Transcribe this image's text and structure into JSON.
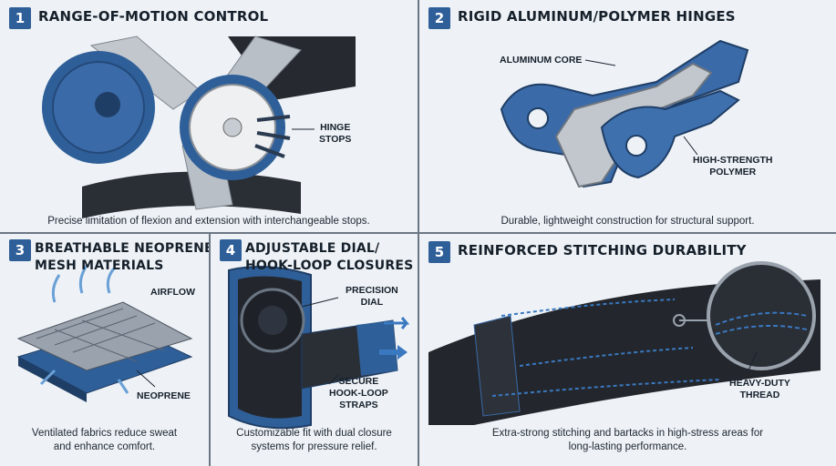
{
  "colors": {
    "accent": "#2f5f98",
    "brace_blue": "#3a6aa8",
    "dark_fabric": "#23272d",
    "aluminum": "#b9bfc6"
  },
  "panels": [
    {
      "number": "1",
      "title": "RANGE-OF-MOTION CONTROL",
      "caption": "Precise limitation of flexion and extension with interchangeable stops.",
      "callouts": [
        "HINGE\nSTOPS"
      ],
      "icons": [
        "knee-brace-hinge-icon",
        "dial-icon"
      ]
    },
    {
      "number": "2",
      "title": "RIGID ALUMINUM/POLYMER HINGES",
      "caption": "Durable, lightweight construction for structural support.",
      "callouts": [
        "ALUMINUM CORE",
        "HIGH-STRENGTH\nPOLYMER"
      ]
    },
    {
      "number": "3",
      "title": "BREATHABLE NEOPRENE/\nMESH MATERIALS",
      "caption": "Ventilated fabrics reduce sweat\nand enhance comfort.",
      "callouts": [
        "AIRFLOW",
        "NEOPRENE"
      ]
    },
    {
      "number": "4",
      "title": "ADJUSTABLE DIAL/\nHOOK-LOOP CLOSURES",
      "caption": "Customizable fit with dual closure\nsystems for pressure relief.",
      "callouts": [
        "PRECISION\nDIAL",
        "SECURE\nHOOK-LOOP\nSTRAPS"
      ]
    },
    {
      "number": "5",
      "title": "REINFORCED STITCHING DURABILITY",
      "caption": "Extra-strong stitching and bartacks in high-stress areas for\nlong-lasting performance.",
      "callouts": [
        "HEAVY-DUTY\nTHREAD"
      ]
    }
  ]
}
